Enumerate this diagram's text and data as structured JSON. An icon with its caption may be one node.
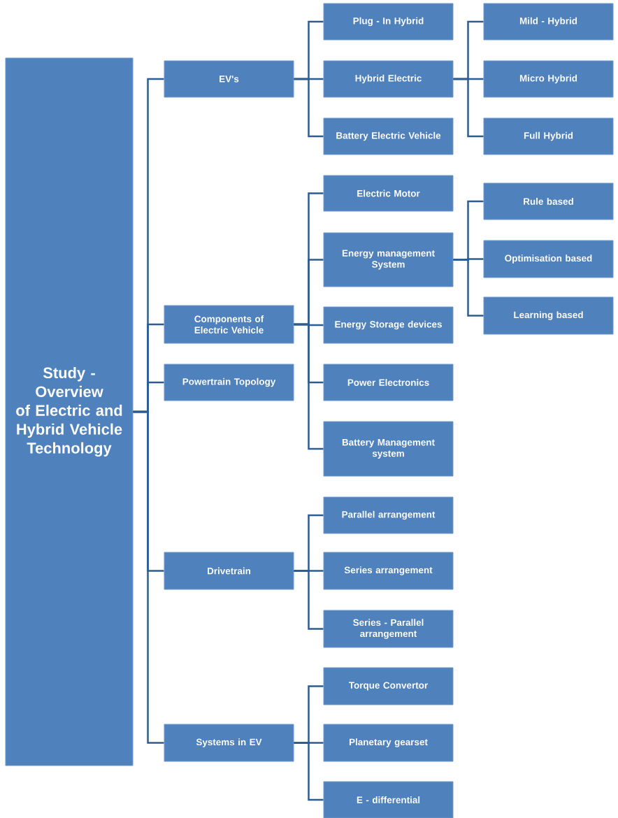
{
  "diagram": {
    "nodes": [
      {
        "text": [
          "Study - Overview of Electric and Hybrid Vehicle Technology"
        ]
      },
      {
        "text": [
          "EV's"
        ]
      },
      {
        "text": [
          "Plug - In Hybrid"
        ]
      },
      {
        "text": [
          "Hybrid Electric"
        ]
      },
      {
        "text": [
          "Battery Electric Vehicle"
        ]
      },
      {
        "text": [
          "Mild - Hybrid"
        ]
      },
      {
        "text": [
          "Micro Hybrid"
        ]
      },
      {
        "text": [
          "Full Hybrid"
        ]
      },
      {
        "text": [
          "Components of Electric Vehicle"
        ]
      },
      {
        "text": [
          "Electric Motor"
        ]
      },
      {
        "text": [
          "Energy management System"
        ]
      },
      {
        "text": [
          "Rule based"
        ]
      },
      {
        "text": [
          "Optimisation based"
        ]
      },
      {
        "text": [
          "Learning based"
        ]
      },
      {
        "text": [
          "Energy Storage devices"
        ]
      },
      {
        "text": [
          "Power Electronics"
        ]
      },
      {
        "text": [
          "Battery Management system"
        ]
      },
      {
        "text": [
          "Powertrain Topology"
        ]
      },
      {
        "text": [
          "Drivetrain"
        ]
      },
      {
        "text": [
          "Parallel arrangement"
        ]
      },
      {
        "text": [
          "Series arrangement"
        ]
      },
      {
        "text": [
          "Series - Parallel arrangement"
        ]
      },
      {
        "text": [
          "Systems in EV"
        ]
      },
      {
        "text": [
          "Torque Convertor"
        ]
      },
      {
        "text": [
          "Planetary gearset"
        ]
      },
      {
        "text": [
          "E - differential"
        ]
      }
    ],
    "edges": [
      {
        "from": 0,
        "to": 1,
        "arrow": "none"
      },
      {
        "from": 0,
        "to": 8,
        "arrow": "none"
      },
      {
        "from": 0,
        "to": 17,
        "arrow": "none"
      },
      {
        "from": 0,
        "to": 18,
        "arrow": "none"
      },
      {
        "from": 0,
        "to": 22,
        "arrow": "none"
      },
      {
        "from": 1,
        "to": 2,
        "arrow": "none"
      },
      {
        "from": 1,
        "to": 3,
        "arrow": "none"
      },
      {
        "from": 1,
        "to": 4,
        "arrow": "none"
      },
      {
        "from": 3,
        "to": 5,
        "arrow": "none"
      },
      {
        "from": 3,
        "to": 6,
        "arrow": "none"
      },
      {
        "from": 3,
        "to": 7,
        "arrow": "none"
      },
      {
        "from": 8,
        "to": 9,
        "arrow": "none"
      },
      {
        "from": 8,
        "to": 10,
        "arrow": "none"
      },
      {
        "from": 8,
        "to": 14,
        "arrow": "none"
      },
      {
        "from": 8,
        "to": 15,
        "arrow": "none"
      },
      {
        "from": 8,
        "to": 16,
        "arrow": "none"
      },
      {
        "from": 10,
        "to": 11,
        "arrow": "none"
      },
      {
        "from": 10,
        "to": 12,
        "arrow": "none"
      },
      {
        "from": 10,
        "to": 13,
        "arrow": "none"
      },
      {
        "from": 18,
        "to": 19,
        "arrow": "none"
      },
      {
        "from": 18,
        "to": 20,
        "arrow": "none"
      },
      {
        "from": 18,
        "to": 21,
        "arrow": "none"
      },
      {
        "from": 22,
        "to": 23,
        "arrow": "none"
      },
      {
        "from": 22,
        "to": 24,
        "arrow": "none"
      },
      {
        "from": 22,
        "to": 25,
        "arrow": "none"
      }
    ]
  }
}
